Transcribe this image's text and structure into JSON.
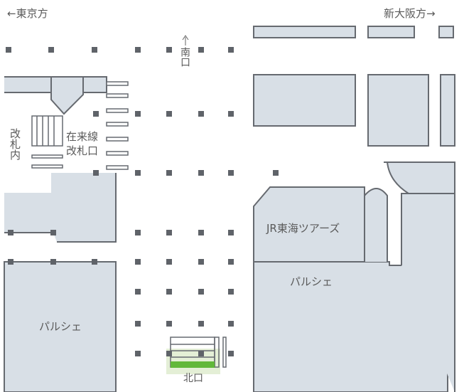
{
  "directions": {
    "west": "←東京方",
    "east": "新大阪方→",
    "south_exit": "南口"
  },
  "labels": {
    "gate_inside": "改札内",
    "conventional_gate": "在来線改札口",
    "jr_tours": "JR東海ツアーズ",
    "palche_right": "パルシェ",
    "palche_left": "パルシェ",
    "north_exit": "北口"
  },
  "colors": {
    "room": "#d8dfe6",
    "wall": "#666a70",
    "pillar": "#5f6369",
    "highlight": "#62b83a",
    "highlight_bg": "#e4efd6"
  }
}
